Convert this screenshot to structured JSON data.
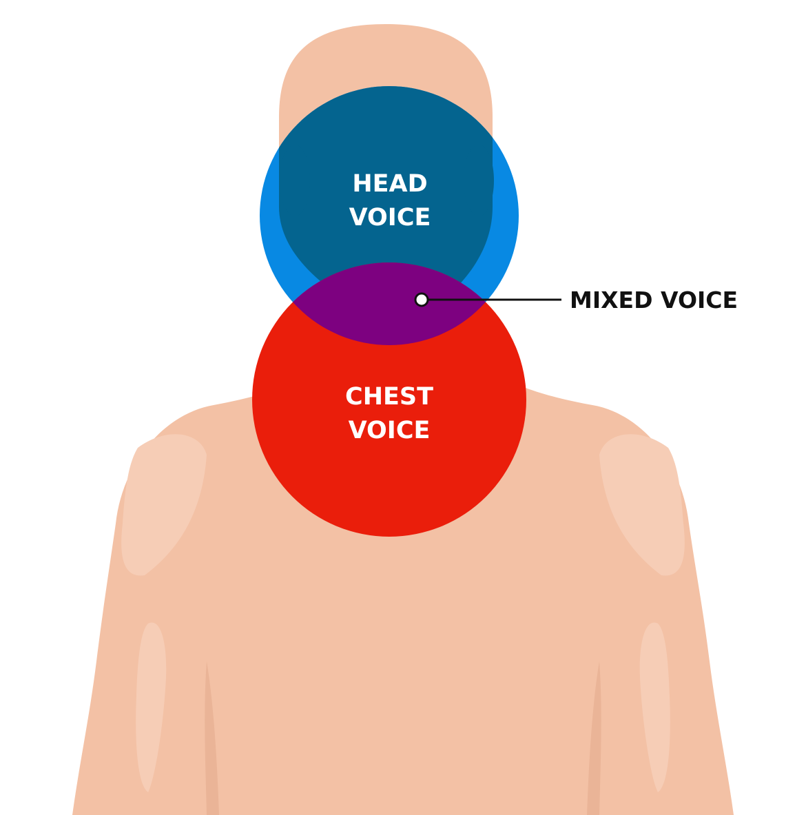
{
  "colors": {
    "background": "#ffffff",
    "skin": "#f3c1a5",
    "skin_shadow": "#eab497",
    "skin_highlight": "#f6cdb6",
    "head_voice": "#0889e3",
    "head_overlap": "#04648f",
    "chest_voice": "#ea1e0b",
    "mixed_voice": "#7d0180",
    "callout": "#111111"
  },
  "regions": {
    "head": {
      "line1": "HEAD",
      "line2": "VOICE"
    },
    "chest": {
      "line1": "CHEST",
      "line2": "VOICE"
    },
    "mixed": {
      "label": "MIXED VOICE"
    }
  }
}
